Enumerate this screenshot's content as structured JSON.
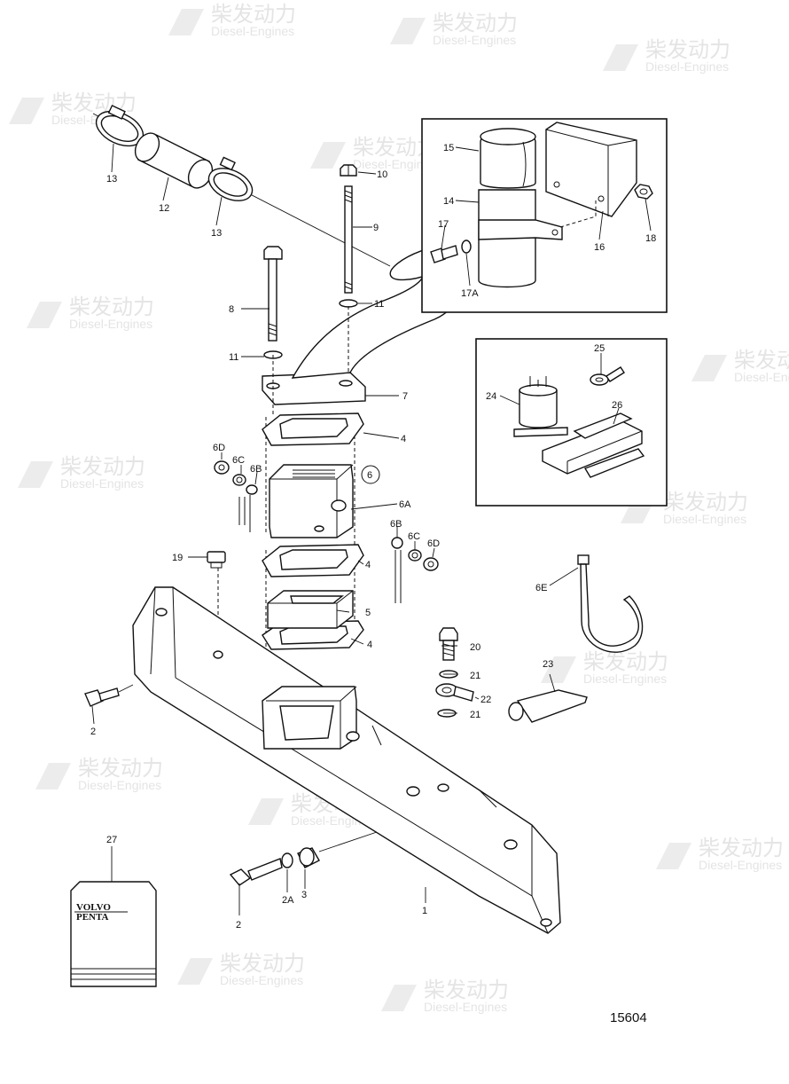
{
  "watermark": {
    "cn": "柴发动力",
    "en": "Diesel-Engines"
  },
  "drawing_number": "15604",
  "booklet_brand": [
    "VOLVO",
    "PENTA"
  ],
  "labels": {
    "p1": "1",
    "p2a": "2",
    "p2b": "2",
    "p2A": "2A",
    "p3": "3",
    "p4a": "4",
    "p4b": "4",
    "p4c": "4",
    "p5": "5",
    "p6": "6",
    "p6A": "6A",
    "p6Ba": "6B",
    "p6Bb": "6B",
    "p6Ca": "6C",
    "p6Cb": "6C",
    "p6Da": "6D",
    "p6Db": "6D",
    "p6E": "6E",
    "p7": "7",
    "p8": "8",
    "p9": "9",
    "p10": "10",
    "p11a": "11",
    "p11b": "11",
    "p12": "12",
    "p13a": "13",
    "p13b": "13",
    "p14": "14",
    "p15": "15",
    "p16": "16",
    "p17": "17",
    "p17A": "17A",
    "p18": "18",
    "p19": "19",
    "p20": "20",
    "p21a": "21",
    "p21b": "21",
    "p22": "22",
    "p23": "23",
    "p24": "24",
    "p25": "25",
    "p26": "26",
    "p27": "27"
  }
}
